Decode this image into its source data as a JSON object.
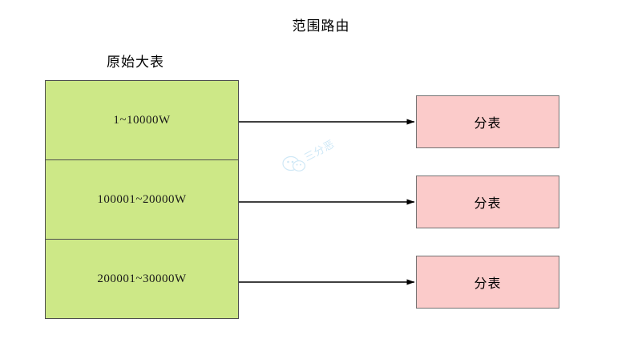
{
  "diagram": {
    "title": "范围路由",
    "source": {
      "label": "原始大表",
      "fill_color": "#cde887",
      "border_color": "#4d4d4d",
      "rows": [
        {
          "range_text": "1~10000W"
        },
        {
          "range_text": "100001~20000W"
        },
        {
          "range_text": "200001~30000W"
        }
      ]
    },
    "shards": [
      {
        "label": "分表"
      },
      {
        "label": "分表"
      },
      {
        "label": "分表"
      }
    ],
    "shard_style": {
      "fill_color": "#fbcbca",
      "border_color": "#737373"
    },
    "arrows": [
      {
        "from": "source-row-1",
        "to": "shard-1"
      },
      {
        "from": "source-row-2",
        "to": "shard-2"
      },
      {
        "from": "source-row-3",
        "to": "shard-3"
      }
    ],
    "arrow_color": "#000000",
    "watermark": {
      "text": "三分恶",
      "color": "#a9d6f0",
      "logo": "wechat-logo"
    },
    "background_color": "#ffffff"
  }
}
